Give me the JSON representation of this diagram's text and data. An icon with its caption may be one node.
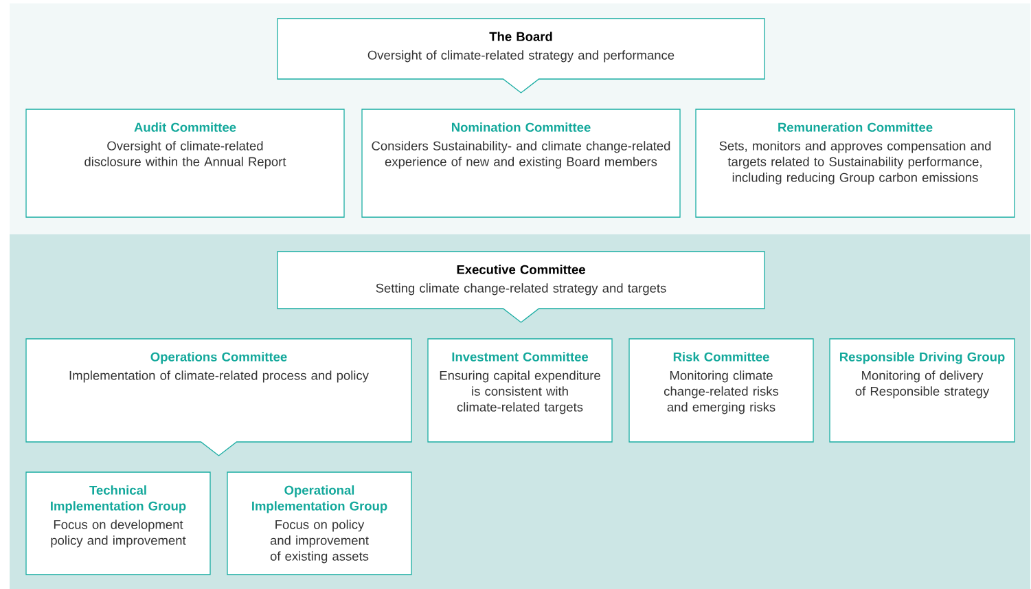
{
  "diagram": {
    "nodes": [
      {
        "text": [
          "The Board",
          "Oversight of climate-related strategy and performance"
        ]
      },
      {
        "text": [
          "Audit Committee",
          "Oversight of climate-related disclosure within the Annual Report"
        ]
      },
      {
        "text": [
          "Nomination Committee",
          "Considers Sustainability- and climate change-related experience of new and existing Board members"
        ]
      },
      {
        "text": [
          "Remuneration Committee",
          "Sets, monitors and approves compensation and targets related to Sustainability performance, including reducing Group carbon emissions"
        ]
      },
      {
        "text": [
          "Executive Committee",
          "Setting climate change-related strategy and targets"
        ]
      },
      {
        "text": [
          "Operations Committee",
          "Implementation of climate-related process and policy"
        ]
      },
      {
        "text": [
          "Investment Committee",
          "Ensuring capital expenditure is consistent with climate-related targets"
        ]
      },
      {
        "text": [
          "Risk Committee",
          "Monitoring climate change-related risks and emerging risks"
        ]
      },
      {
        "text": [
          "Responsible Driving Group",
          "Monitoring of delivery of Responsible strategy"
        ]
      },
      {
        "text": [
          "Technical Implementation Group",
          "Focus on development policy and improvement"
        ]
      },
      {
        "text": [
          "Operational Implementation Group",
          "Focus on policy and improvement of existing assets"
        ]
      }
    ]
  }
}
